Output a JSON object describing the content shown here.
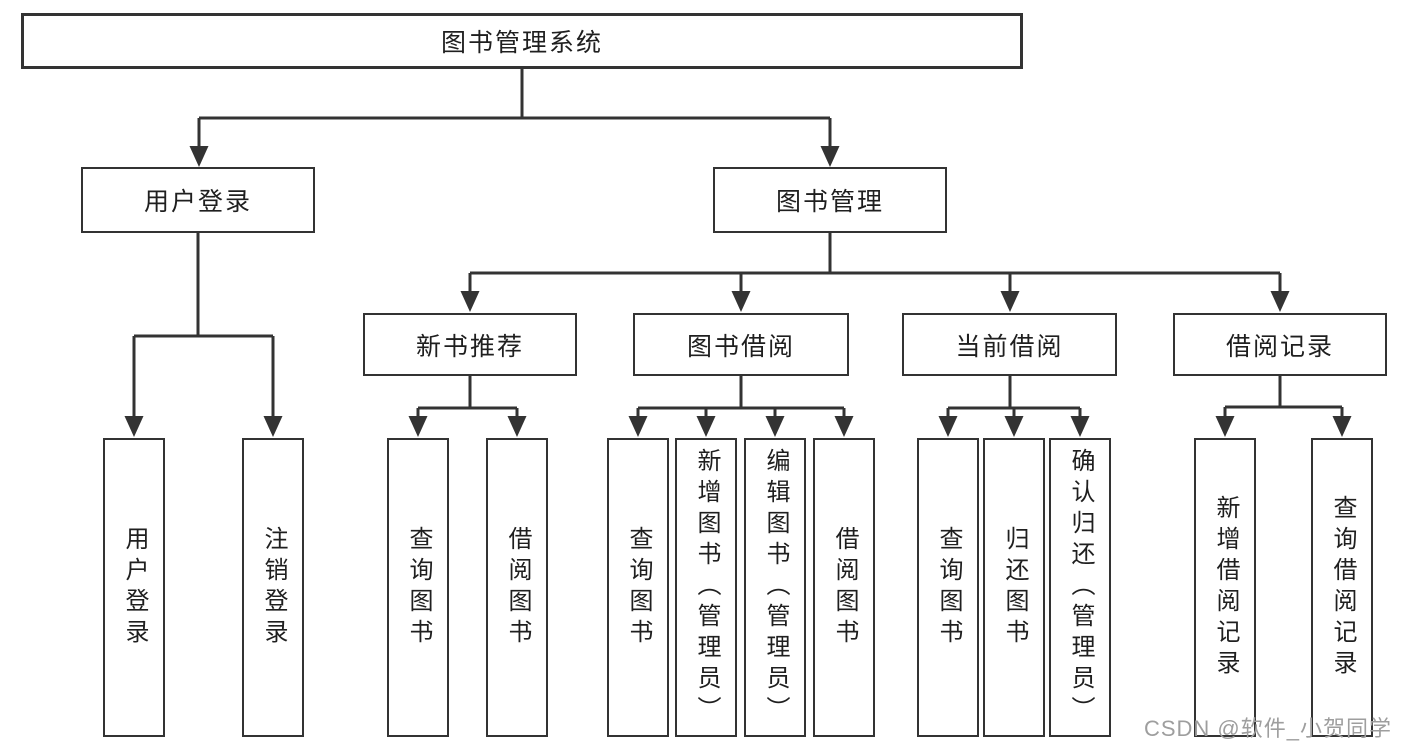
{
  "colors": {
    "line": "#333333",
    "box_border": "#333333",
    "text": "#1f1f1f",
    "watermark": "#9e9e9e",
    "background": "#ffffff"
  },
  "watermark": {
    "text": "CSDN @软件_小贺同学"
  },
  "tree": {
    "root": {
      "label": "图书管理系统",
      "children": [
        {
          "label": "用户登录",
          "children": [
            {
              "label": "用户登录"
            },
            {
              "label": "注销登录"
            }
          ]
        },
        {
          "label": "图书管理",
          "children": [
            {
              "label": "新书推荐",
              "children": [
                {
                  "label": "查询图书"
                },
                {
                  "label": "借阅图书"
                }
              ]
            },
            {
              "label": "图书借阅",
              "children": [
                {
                  "label": "查询图书"
                },
                {
                  "label": "新增图书（管理员）"
                },
                {
                  "label": "编辑图书（管理员）"
                },
                {
                  "label": "借阅图书"
                }
              ]
            },
            {
              "label": "当前借阅",
              "children": [
                {
                  "label": "查询图书"
                },
                {
                  "label": "归还图书"
                },
                {
                  "label": "确认归还（管理员）"
                }
              ]
            },
            {
              "label": "借阅记录",
              "children": [
                {
                  "label": "新增借阅记录"
                },
                {
                  "label": "查询借阅记录"
                }
              ]
            }
          ]
        }
      ]
    }
  }
}
